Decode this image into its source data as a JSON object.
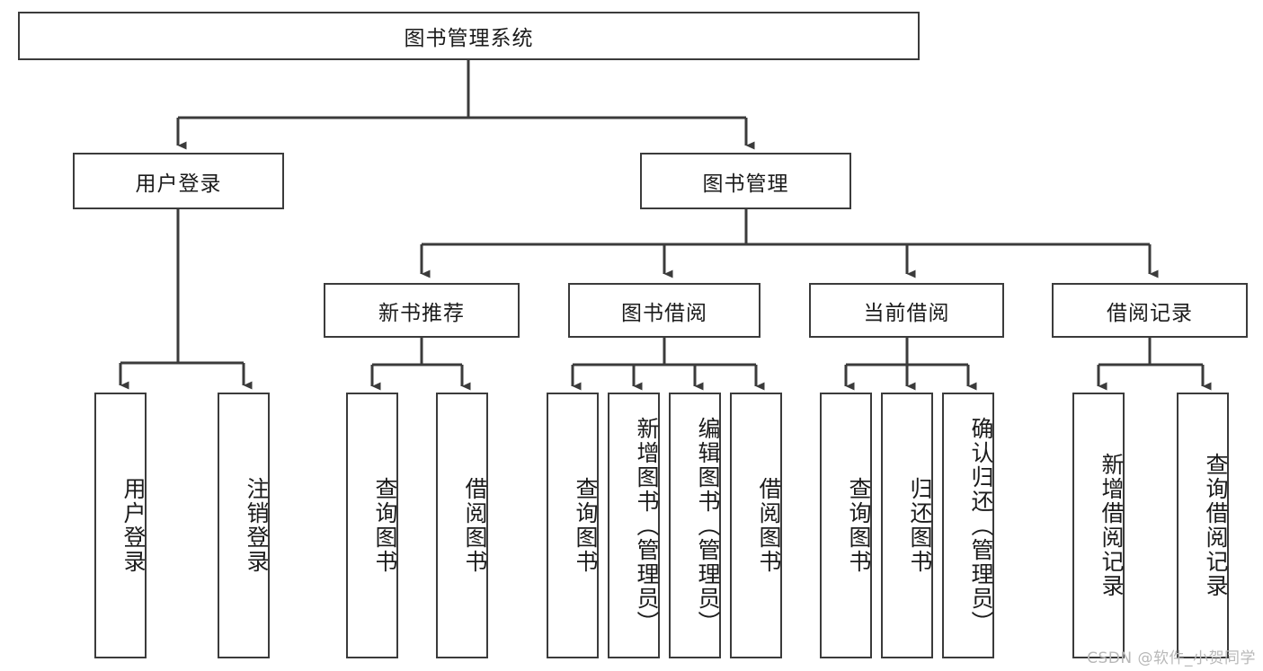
{
  "diagram": {
    "type": "hierarchy-tree",
    "title": "图书管理系统",
    "orientation": "top-down",
    "levels": 4
  },
  "root": {
    "label": "图书管理系统"
  },
  "level2": [
    {
      "label": "用户登录"
    },
    {
      "label": "图书管理"
    }
  ],
  "level3": [
    {
      "label": "新书推荐"
    },
    {
      "label": "图书借阅"
    },
    {
      "label": "当前借阅"
    },
    {
      "label": "借阅记录"
    }
  ],
  "leaves": {
    "user_login": [
      {
        "label": "用户登录"
      },
      {
        "label": "注销登录"
      }
    ],
    "new_book_recommend": [
      {
        "label": "查询图书"
      },
      {
        "label": "借阅图书"
      }
    ],
    "book_borrow": [
      {
        "label": "查询图书"
      },
      {
        "label": "新增图书（管理员）"
      },
      {
        "label": "编辑图书（管理员）"
      },
      {
        "label": "借阅图书"
      }
    ],
    "current_borrow": [
      {
        "label": "查询图书"
      },
      {
        "label": "归还图书"
      },
      {
        "label": "确认归还（管理员）"
      }
    ],
    "borrow_record": [
      {
        "label": "新增借阅记录"
      },
      {
        "label": "查询借阅记录"
      }
    ]
  },
  "watermark": {
    "text": "CSDN @软件_小贺同学"
  },
  "colors": {
    "stroke": "#3b3b3b",
    "text": "#1b1b1b",
    "background": "#ffffff",
    "watermark": "#b8b8b8"
  }
}
